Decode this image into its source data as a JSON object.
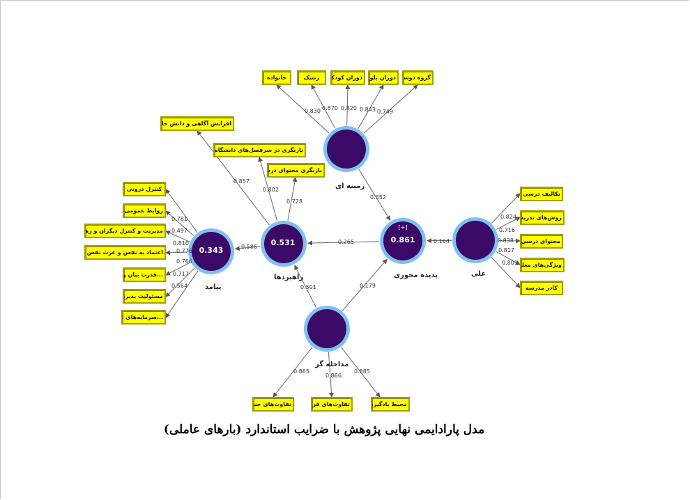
{
  "caption": "مدل پارادایمی نهایی پژوهش با ضرایب استاندارد (بارهای عاملی)",
  "constructs": {
    "zamine": {
      "label": "زمینه ای",
      "r2": ""
    },
    "ali": {
      "label": "علی",
      "r2": ""
    },
    "padide": {
      "label": "پدیده محوری",
      "r2": "0.861",
      "tag": "[+]"
    },
    "rahbordha": {
      "label": "راهبردها",
      "r2": "0.531"
    },
    "payamad": {
      "label": "پیامد",
      "r2": "0.343"
    },
    "modakhele": {
      "label": "مداخله گر",
      "r2": ""
    }
  },
  "indicators": {
    "zamine": [
      "خانواده",
      "ژنتیک",
      "دوران کودکی",
      "دوران بلوغ",
      "گروه دوستان"
    ],
    "ali": [
      "تکالیف درسی",
      "روش‌های تدریس",
      "محتوای درسی",
      "ویژگی‌های معلمان",
      "کادر مدرسه"
    ],
    "rahbordha": [
      "افزایش آگاهی و دانش خانواده‌ها",
      "بازنگری در سرفصل‌های دانشگاه فرهنگیان",
      "بازنگری محتوای درسی"
    ],
    "payamad": [
      "کنترل درونی",
      "روابط عمومی",
      "مدیریت و کنترل دیگران و رهبری آنان",
      "اعتماد به نفس و عزت نفس",
      "...قدرت بیان و سخنو",
      "مسئولیت پذیری",
      "...سرمایه‌های انسان"
    ],
    "modakhele": [
      "تفاوت‌های جنسیتی",
      "تفاوت‌های فردی",
      "محیط یادگیری"
    ]
  },
  "loadings": {
    "zamine": [
      "0.830",
      "0.870",
      "0.820",
      "0.843",
      "0.749"
    ],
    "ali": [
      "0.824",
      "0.716",
      "0.838",
      "0.817",
      "0.801"
    ],
    "rahbordha": [
      "0.857",
      "0.802",
      "0.728"
    ],
    "payamad": [
      "0.781",
      "0.497",
      "0.810",
      "0.776",
      "0.766",
      "0.717",
      "0.564"
    ],
    "modakhele": [
      "0.865",
      "0.866",
      "0.885"
    ]
  },
  "paths": {
    "zamine_padide": "0.652",
    "ali_padide": "0.164",
    "padide_rahbordha": "0.265",
    "modakhele_rahbordha": "0.501",
    "modakhele_padide": "0.179",
    "rahbordha_payamad": "0.586"
  },
  "colors": {
    "node_fill": "#3a0a66",
    "node_ring": "#7fc0f0",
    "indicator_fill": "#ffff00",
    "indicator_border": "#a0a000",
    "line": "#666666"
  }
}
